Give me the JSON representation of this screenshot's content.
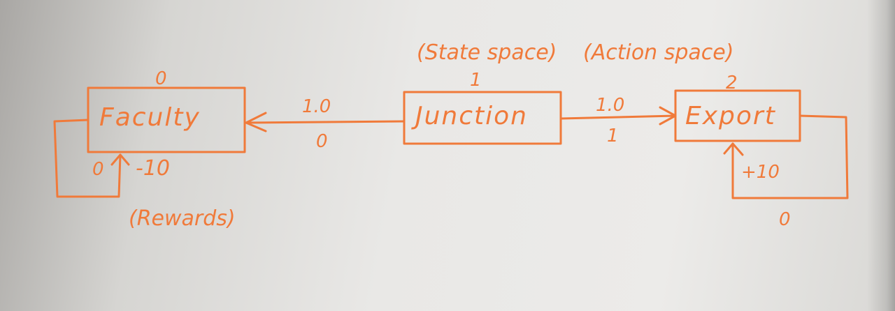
{
  "header": {
    "state_space": "(State space)",
    "action_space": "(Action space)"
  },
  "nodes": [
    {
      "label": "Faculty",
      "state_id": "0"
    },
    {
      "label": "Junction",
      "state_id": "1"
    },
    {
      "label": "Export",
      "state_id": "2"
    }
  ],
  "edges": {
    "junction_to_faculty": {
      "probability": "1.0",
      "action": "0"
    },
    "junction_to_export": {
      "probability": "1.0",
      "action": "1"
    }
  },
  "rewards": {
    "faculty_loop": {
      "action": "0",
      "reward": "-10"
    },
    "export_loop": {
      "action": "0",
      "reward": "+10"
    },
    "caption": "(Rewards)"
  },
  "colors": {
    "ink": "#f07a3a"
  }
}
